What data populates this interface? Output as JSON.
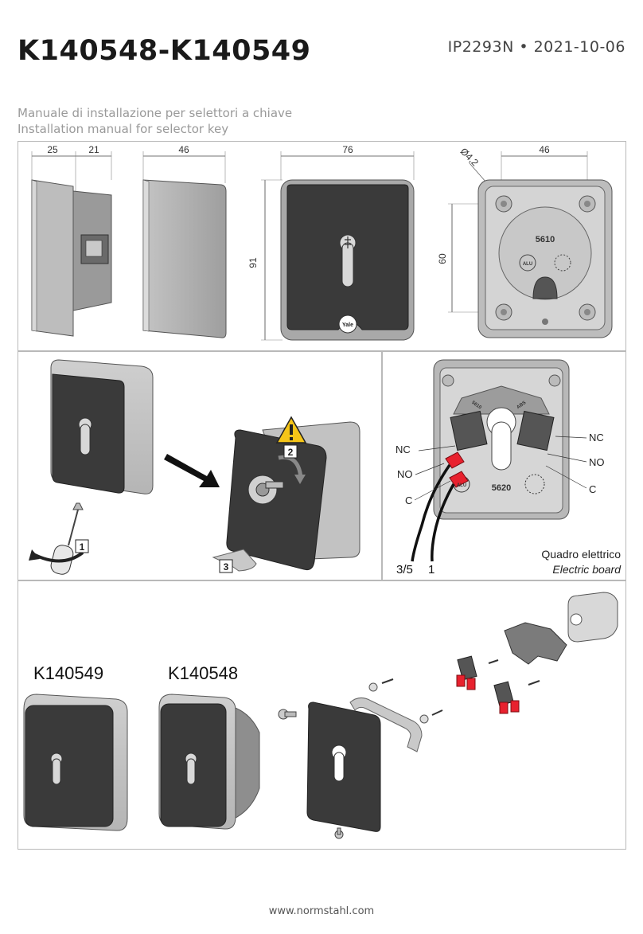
{
  "header": {
    "title": "K140548-K140549",
    "doc_ref": "IP2293N • 2021-10-06",
    "subtitle_it": "Manuale di installazione per selettori a chiave",
    "subtitle_en": "Installation manual for selector key"
  },
  "dimensions": {
    "d25": "25",
    "d21": "21",
    "d46a": "46",
    "d76": "76",
    "d91": "91",
    "d42": "Ø4,2",
    "d46b": "46",
    "d60": "60"
  },
  "back_plate": {
    "code_top": "5610",
    "alu": "ALU"
  },
  "front": {
    "brand": "Yale"
  },
  "steps": {
    "s1": "1",
    "s2": "2",
    "s3": "3"
  },
  "wiring": {
    "nc_left": "NC",
    "no_left": "NO",
    "c_left": "C",
    "nc_right": "NC",
    "no_right": "NO",
    "c_right": "C",
    "wire_a": "3/5",
    "wire_b": "1",
    "board_it": "Quadro elettrico",
    "board_en": "Electric board",
    "code": "5620",
    "alu": "ALU",
    "mark_left": "5610",
    "mark_right": "ABS"
  },
  "models": {
    "left": "K140549",
    "right": "K140548"
  },
  "footer": {
    "url": "www.normstahl.com"
  }
}
